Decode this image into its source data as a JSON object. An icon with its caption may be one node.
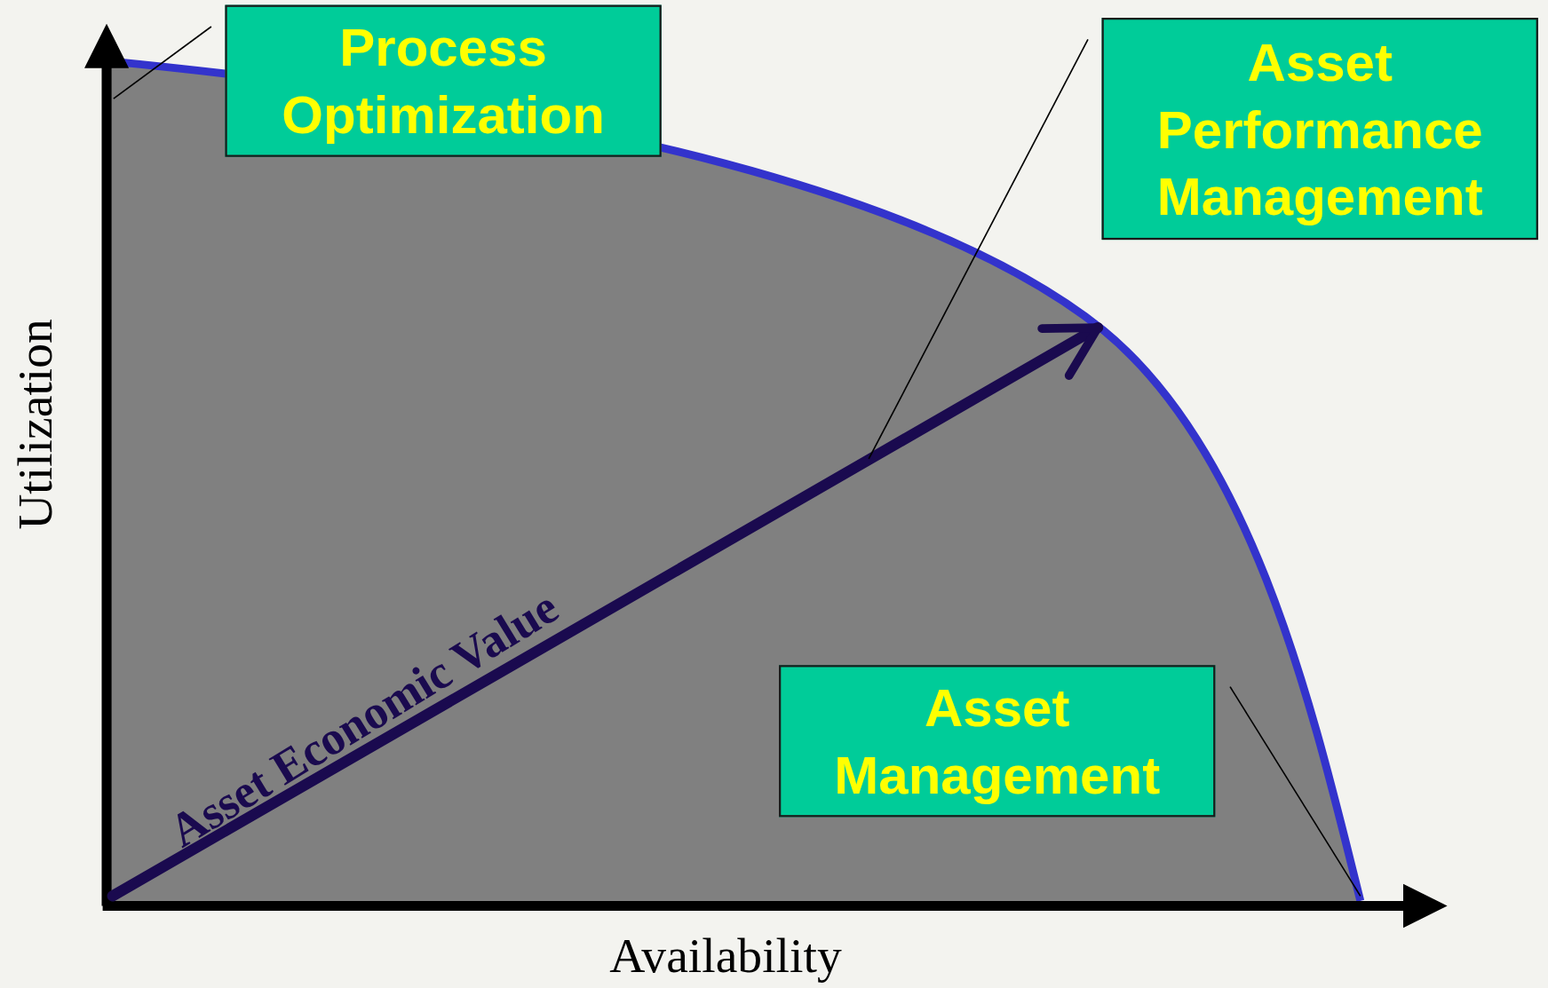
{
  "diagram": {
    "nodes": [
      {
        "text": [
          "Process Optimization"
        ]
      },
      {
        "text": [
          "Asset Performance Management"
        ]
      },
      {
        "text": [
          "Asset Management"
        ]
      }
    ],
    "edges": [
      {
        "from": 0,
        "to": null,
        "arrow": "none"
      },
      {
        "from": 1,
        "to": null,
        "arrow": "none"
      },
      {
        "from": 2,
        "to": null,
        "arrow": "none"
      }
    ],
    "labels": [
      "Utilization",
      "Asset Economic Value",
      "Availability"
    ]
  }
}
